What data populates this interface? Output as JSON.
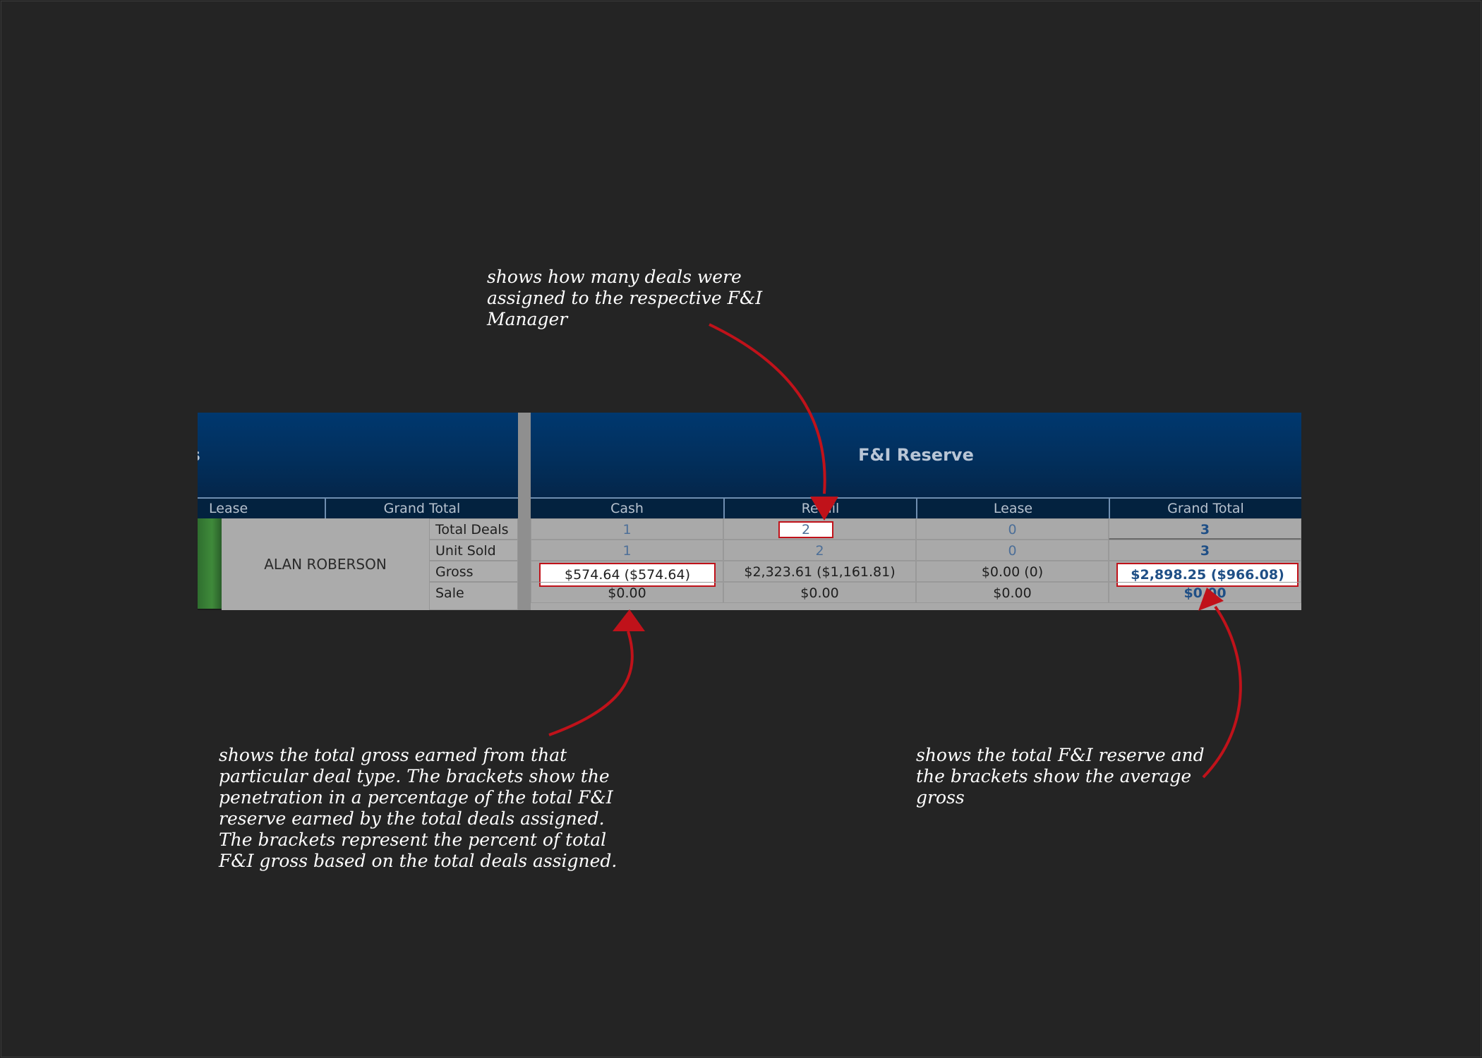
{
  "left_section": {
    "title_partial": "ts",
    "columns": [
      "Lease",
      "Grand Total"
    ]
  },
  "right_section": {
    "title": "F&I Reserve",
    "columns": [
      "Cash",
      "Retail",
      "Lease",
      "Grand Total"
    ]
  },
  "manager": {
    "name": "ALAN ROBERSON"
  },
  "row_labels": [
    "Total Deals",
    "Unit Sold",
    "Gross",
    "Sale"
  ],
  "rows": {
    "total_deals": [
      "1",
      "2",
      "0",
      "3"
    ],
    "unit_sold": [
      "1",
      "2",
      "0",
      "3"
    ],
    "gross": [
      "$574.64 ($574.64)",
      "$2,323.61 ($1,161.81)",
      "$0.00 (0)",
      "$2,898.25 ($966.08)"
    ],
    "sale": [
      "$0.00",
      "$0.00",
      "$0.00",
      "$0.00"
    ]
  },
  "annotations": {
    "deals": "shows how many deals were\nassigned to the respective F&I\nManager",
    "gross": "shows the total gross earned from that\nparticular deal type. The brackets show the\npenetration in a percentage of the total F&I\nreserve earned by the total deals assigned.\nThe brackets represent the percent of total\nF&I gross based on the total deals assigned.",
    "reserve": "shows the total F&I reserve and\nthe brackets show the average\ngross"
  },
  "colors": {
    "header_blue": "#00386f",
    "highlight_red": "#c0121a",
    "background": "#242424"
  }
}
